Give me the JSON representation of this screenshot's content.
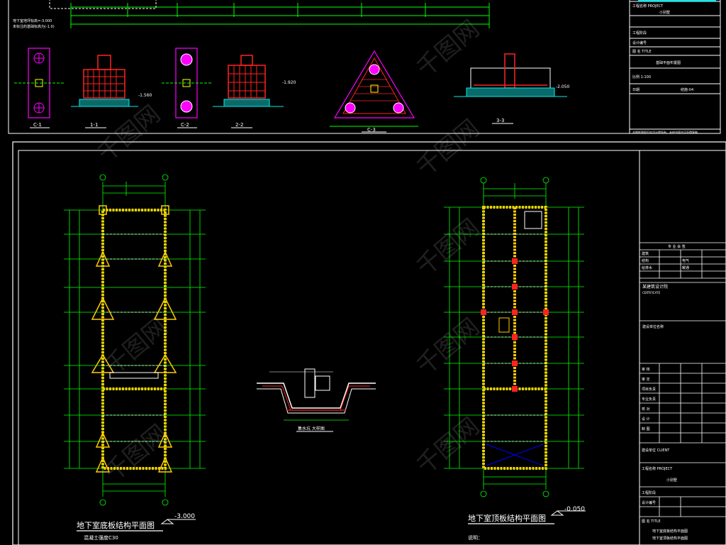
{
  "top_sheet": {
    "elevation_note_1": "地下室地坪标高=-3.000",
    "elevation_note_2": "未标注的基础标高为(-1.0)",
    "section_labels": [
      "C-1",
      "1-1",
      "C-2",
      "2-2",
      "C-3",
      "3-3"
    ],
    "elevations": [
      "-1.560",
      "-1.920",
      "-2.050"
    ],
    "title_block": {
      "project_label": "工程名称 PROJECT",
      "project_name": "小别墅",
      "design_label": "工程阶段",
      "drawing_no": "设计编号",
      "title_label": "图 名 TITLE",
      "drawing_title": "基础平面布置图",
      "scale": "比例 1:100",
      "date": "日期",
      "sheet": "结施-04",
      "footer_note": "本图纸版权归本设计院所有，未经书面许可不得复制"
    }
  },
  "bottom_sheet": {
    "left_plan_title": "地下室底板结构平面图",
    "left_plan_elevation": "-3.000",
    "left_plan_note": "混凝土强度C30",
    "right_plan_title": "地下室顶板结构平面图",
    "right_plan_elevation": "-0.050",
    "right_plan_note": "说明：",
    "detail_title": "集水坑 大样图",
    "title_block": {
      "stamp_header": "专 业 会 签",
      "rows": [
        "建筑",
        "结构",
        "给排水",
        "电气",
        "暖通"
      ],
      "company": "某建筑设计院",
      "company_en": "CERTIFICATE",
      "cert": "建设单位名称",
      "sign_rows": [
        "审 核",
        "审 定",
        "项目负责",
        "专业负责",
        "校 对",
        "设 计",
        "制 图"
      ],
      "owner_label": "建设单位 CLIENT",
      "project_label": "工程名称 PROJECT",
      "project_name": "小别墅",
      "design_label": "工程阶段",
      "drawing_no": "设计编号",
      "title_label": "图 名 TITLE",
      "drawing_title_1": "地下室底板结构平面图",
      "drawing_title_2": "地下室顶板结构平面图"
    }
  },
  "watermark": "千图网",
  "colors": {
    "frame": "#ffffff",
    "dimension": "#00ff00",
    "wall": "#ffcc00",
    "rebar": "#ff2020",
    "pile": "#ff00ff",
    "cyan": "#00e5ff"
  }
}
